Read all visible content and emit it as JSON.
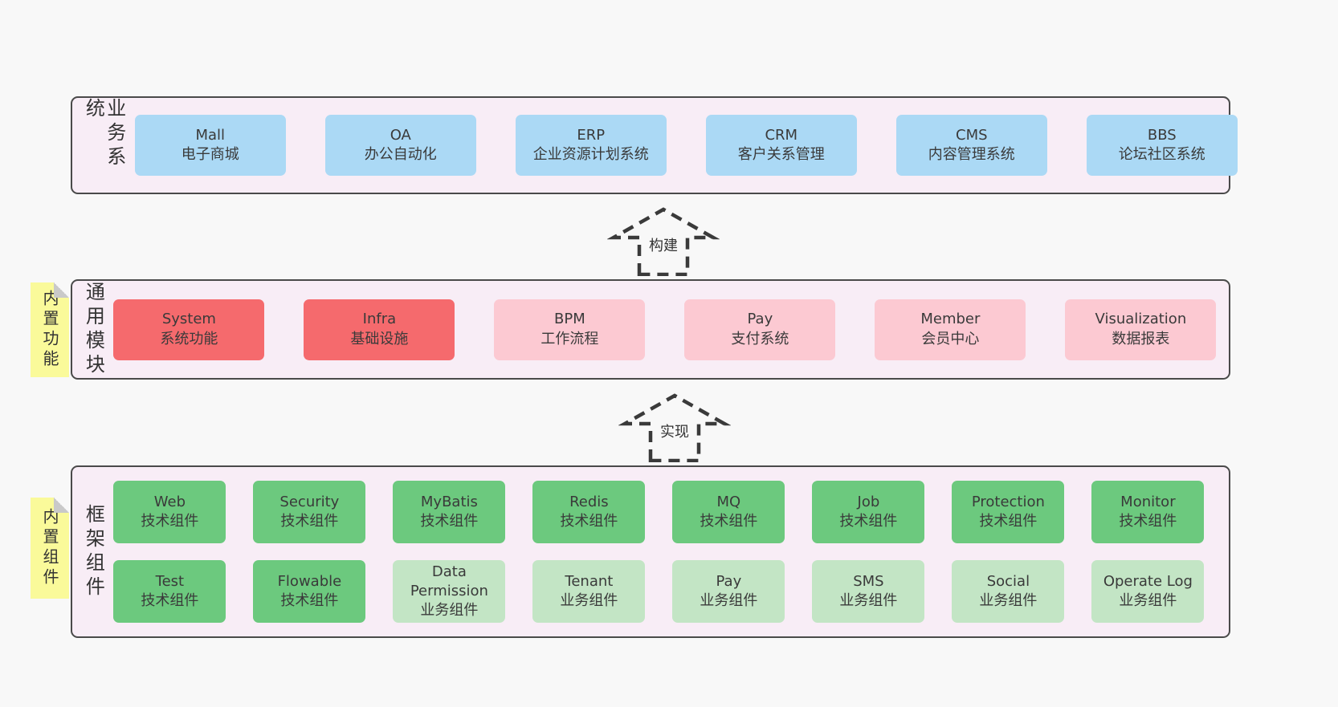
{
  "palette": {
    "page_bg": "#f8f8f8",
    "panel_bg": "#f8edf6",
    "panel_border": "#4a4a4a",
    "blue": "#abd9f5",
    "red": "#f56a6d",
    "pink": "#fcc9d2",
    "green_dark": "#6cc97e",
    "green_light": "#c3e5c5",
    "sticky_yellow": "#fafa9a",
    "fold_gray": "#c9c9c9",
    "text": "#3a3a3a"
  },
  "arrows": {
    "build": "构建",
    "implement": "实现"
  },
  "business": {
    "label": "业务系统",
    "items": [
      {
        "en": "Mall",
        "zh": "电子商城",
        "variant": "blue"
      },
      {
        "en": "OA",
        "zh": "办公自动化",
        "variant": "blue"
      },
      {
        "en": "ERP",
        "zh": "企业资源计划系统",
        "variant": "blue"
      },
      {
        "en": "CRM",
        "zh": "客户关系管理",
        "variant": "blue"
      },
      {
        "en": "CMS",
        "zh": "内容管理系统",
        "variant": "blue"
      },
      {
        "en": "BBS",
        "zh": "论坛社区系统",
        "variant": "blue"
      }
    ]
  },
  "modules": {
    "label": "通用模块",
    "sticky": "内置功能",
    "items": [
      {
        "en": "System",
        "zh": "系统功能",
        "variant": "red"
      },
      {
        "en": "Infra",
        "zh": "基础设施",
        "variant": "red"
      },
      {
        "en": "BPM",
        "zh": "工作流程",
        "variant": "pink"
      },
      {
        "en": "Pay",
        "zh": "支付系统",
        "variant": "pink"
      },
      {
        "en": "Member",
        "zh": "会员中心",
        "variant": "pink"
      },
      {
        "en": "Visualization",
        "zh": "数据报表",
        "variant": "pink"
      }
    ]
  },
  "framework": {
    "label": "框架组件",
    "sticky": "内置组件",
    "row1": [
      {
        "en": "Web",
        "zh": "技术组件",
        "variant": "green-dark"
      },
      {
        "en": "Security",
        "zh": "技术组件",
        "variant": "green-dark"
      },
      {
        "en": "MyBatis",
        "zh": "技术组件",
        "variant": "green-dark"
      },
      {
        "en": "Redis",
        "zh": "技术组件",
        "variant": "green-dark"
      },
      {
        "en": "MQ",
        "zh": "技术组件",
        "variant": "green-dark"
      },
      {
        "en": "Job",
        "zh": "技术组件",
        "variant": "green-dark"
      },
      {
        "en": "Protection",
        "zh": "技术组件",
        "variant": "green-dark"
      },
      {
        "en": "Monitor",
        "zh": "技术组件",
        "variant": "green-dark"
      }
    ],
    "row2": [
      {
        "en": "Test",
        "zh": "技术组件",
        "variant": "green-dark"
      },
      {
        "en": "Flowable",
        "zh": "技术组件",
        "variant": "green-dark"
      },
      {
        "en": "Data Permission",
        "zh": "业务组件",
        "variant": "green-light"
      },
      {
        "en": "Tenant",
        "zh": "业务组件",
        "variant": "green-light"
      },
      {
        "en": "Pay",
        "zh": "业务组件",
        "variant": "green-light"
      },
      {
        "en": "SMS",
        "zh": "业务组件",
        "variant": "green-light"
      },
      {
        "en": "Social",
        "zh": "业务组件",
        "variant": "green-light"
      },
      {
        "en": "Operate Log",
        "zh": "业务组件",
        "variant": "green-light"
      }
    ]
  }
}
